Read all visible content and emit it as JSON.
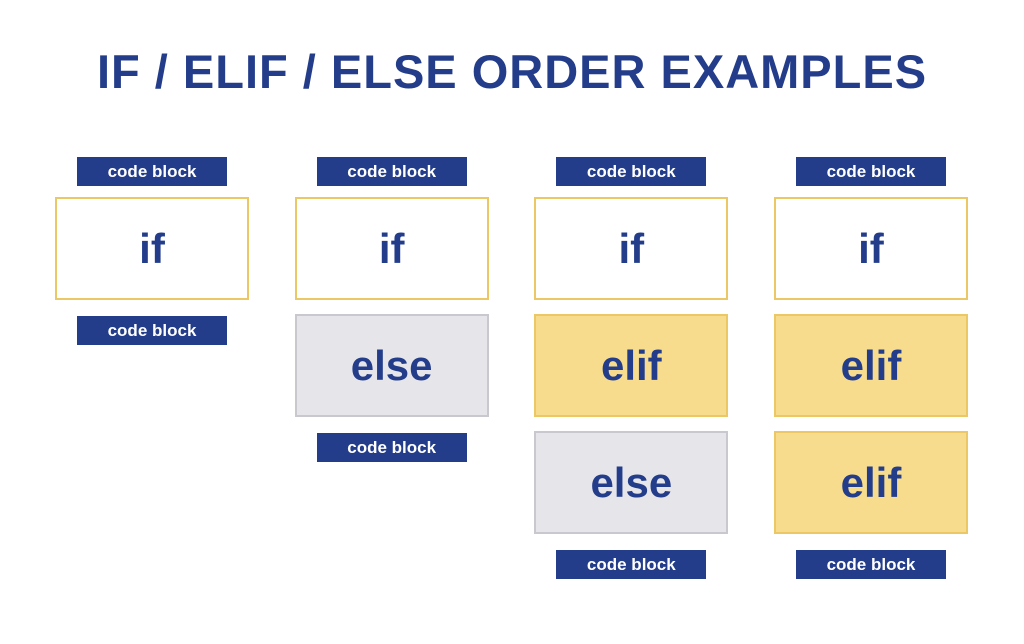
{
  "title": "IF / ELIF / ELSE ORDER EXAMPLES",
  "colors": {
    "navy": "#233D8B",
    "gold_border": "#EBC766",
    "gold_fill": "#F7DC8E",
    "gray_border": "#C8C8CE",
    "gray_fill": "#E6E6EA",
    "white": "#FFFFFF"
  },
  "columns": [
    {
      "top_label": "code block",
      "blocks": [
        {
          "label": "if",
          "style": "white"
        }
      ],
      "bottom_label": "code block"
    },
    {
      "top_label": "code block",
      "blocks": [
        {
          "label": "if",
          "style": "white"
        },
        {
          "label": "else",
          "style": "gray"
        }
      ],
      "bottom_label": "code block"
    },
    {
      "top_label": "code block",
      "blocks": [
        {
          "label": "if",
          "style": "white"
        },
        {
          "label": "elif",
          "style": "gold"
        },
        {
          "label": "else",
          "style": "gray"
        }
      ],
      "bottom_label": "code block"
    },
    {
      "top_label": "code block",
      "blocks": [
        {
          "label": "if",
          "style": "white"
        },
        {
          "label": "elif",
          "style": "gold"
        },
        {
          "label": "elif",
          "style": "gold"
        }
      ],
      "bottom_label": "code block"
    }
  ]
}
